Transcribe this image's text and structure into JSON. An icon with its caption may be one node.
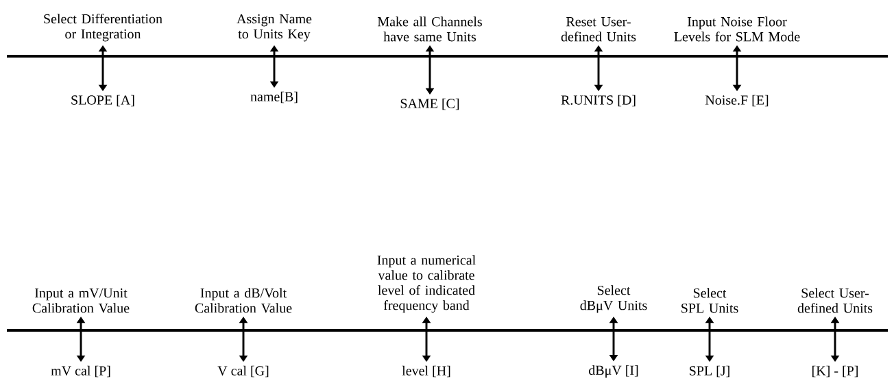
{
  "diagram": {
    "nodes": [
      {
        "text": [
          "Select Differentiation or Integration"
        ]
      },
      {
        "text": [
          "Assign Name to Units Key"
        ]
      },
      {
        "text": [
          "Make all Channels have same Units"
        ]
      },
      {
        "text": [
          "Reset User-defined Units"
        ]
      },
      {
        "text": [
          "Input Noise Floor Levels for SLM Mode"
        ]
      },
      {
        "text": [
          "SLOPE [A]"
        ]
      },
      {
        "text": [
          "name[B]"
        ]
      },
      {
        "text": [
          "SAME [C]"
        ]
      },
      {
        "text": [
          "R.UNITS [D]"
        ]
      },
      {
        "text": [
          "Noise.F [E]"
        ]
      },
      {
        "text": [
          "Input a mV/Unit Calibration Value"
        ]
      },
      {
        "text": [
          "Input a dB/Volt Calibration Value"
        ]
      },
      {
        "text": [
          "Input a numerical value to calibrate level of indicated frequency band"
        ]
      },
      {
        "text": [
          "Select dBμV Units"
        ]
      },
      {
        "text": [
          "Select SPL Units"
        ]
      },
      {
        "text": [
          "Select User-defined Units"
        ]
      },
      {
        "text": [
          "mV cal [P]"
        ]
      },
      {
        "text": [
          "V cal [G]"
        ]
      },
      {
        "text": [
          "level [H]"
        ]
      },
      {
        "text": [
          "dBμV [I]"
        ]
      },
      {
        "text": [
          "SPL [J]"
        ]
      },
      {
        "text": [
          "[K] - [P]"
        ]
      }
    ],
    "edges": [
      {
        "from": 0,
        "to": 5,
        "arrow": "both"
      },
      {
        "from": 1,
        "to": 6,
        "arrow": "both"
      },
      {
        "from": 2,
        "to": 7,
        "arrow": "both"
      },
      {
        "from": 3,
        "to": 8,
        "arrow": "both"
      },
      {
        "from": 4,
        "to": 9,
        "arrow": "both"
      },
      {
        "from": 10,
        "to": 16,
        "arrow": "both"
      },
      {
        "from": 11,
        "to": 17,
        "arrow": "both"
      },
      {
        "from": 12,
        "to": 18,
        "arrow": "both"
      },
      {
        "from": 13,
        "to": 19,
        "arrow": "both"
      },
      {
        "from": 14,
        "to": 20,
        "arrow": "both"
      },
      {
        "from": 15,
        "to": 21,
        "arrow": "both"
      }
    ]
  }
}
